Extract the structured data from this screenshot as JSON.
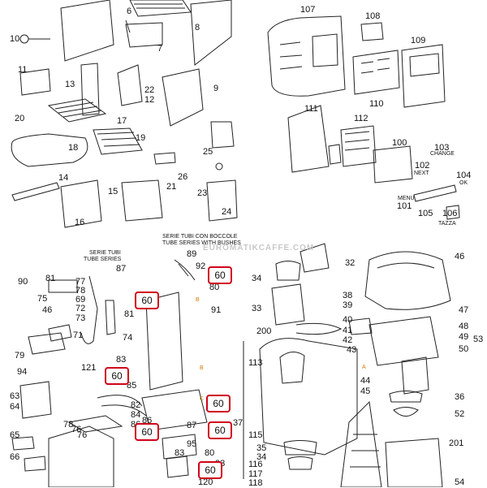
{
  "watermark": "EUROMATIKCAFFE.COM",
  "tube_note": {
    "line1": "SERIE TUBI CON BOCCOLE",
    "line2": "TUBE SERIES WITH BUSHES"
  },
  "tube_series": {
    "line1": "SERIE TUBI",
    "line2": "TUBE SERIES"
  },
  "button_labels": {
    "change": "CHANGE",
    "next": "NEXT",
    "ok": "OK",
    "menu": "MENU",
    "tazza": "TAZZA"
  },
  "highlighted_part": "60",
  "markers": {
    "a": "A",
    "b": "B",
    "c": "C"
  },
  "parts_top_left": [
    "10",
    "6",
    "7",
    "8",
    "9",
    "11",
    "13",
    "22",
    "12",
    "20",
    "17",
    "19",
    "18",
    "14",
    "25",
    "26",
    "21",
    "23",
    "24",
    "15",
    "16"
  ],
  "parts_top_right": [
    "107",
    "108",
    "109",
    "110",
    "111",
    "112",
    "100",
    "103",
    "102",
    "104",
    "101",
    "105",
    "106"
  ],
  "parts_bottom_left": [
    "89",
    "92",
    "87",
    "90",
    "81",
    "77",
    "78",
    "69",
    "75",
    "72",
    "46",
    "73",
    "79",
    "71",
    "80",
    "91",
    "76",
    "74",
    "94",
    "81",
    "83",
    "121",
    "85",
    "63",
    "64",
    "82",
    "84",
    "65",
    "86",
    "78",
    "76",
    "86",
    "87",
    "95",
    "93",
    "66",
    "120",
    "80",
    "83"
  ],
  "parts_bottom_right": [
    "32",
    "34",
    "33",
    "38",
    "39",
    "46",
    "47",
    "48",
    "49",
    "50",
    "40",
    "41",
    "42",
    "43",
    "200",
    "113",
    "53",
    "44",
    "45",
    "36",
    "52",
    "37",
    "115",
    "35",
    "34",
    "116",
    "117",
    "118",
    "201",
    "54"
  ]
}
